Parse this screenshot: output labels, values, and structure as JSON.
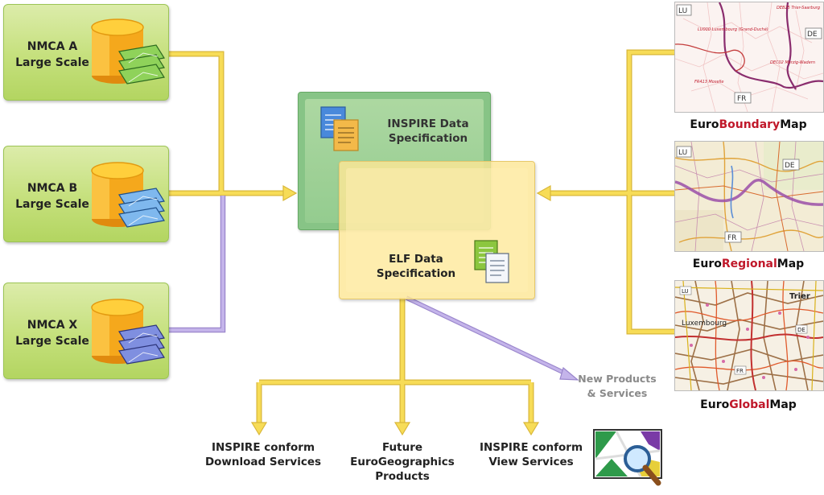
{
  "sources": [
    {
      "line1": "NMCA A",
      "line2": "Large Scale",
      "layer_color": "#8fd25a"
    },
    {
      "line1": "NMCA B",
      "line2": "Large Scale",
      "layer_color": "#7fb8ee"
    },
    {
      "line1": "NMCA X",
      "line2": "Large Scale",
      "layer_color": "#7f8fe0"
    }
  ],
  "specs": {
    "inspire": {
      "line1": "INSPIRE Data",
      "line2": "Specification"
    },
    "elf": {
      "line1": "ELF Data",
      "line2": "Specification"
    }
  },
  "maps": [
    {
      "prefix": "Euro",
      "highlight": "Boundary",
      "suffix": "Map",
      "labels": [
        "LU",
        "DE",
        "FR",
        "DEB25 Trier-Saarburg",
        "LU000 Luxembourg (Grand-Duché)",
        "DEC02 Merzig-Wadern",
        "FR413 Moselle"
      ]
    },
    {
      "prefix": "Euro",
      "highlight": "Regional",
      "suffix": "Map",
      "labels": [
        "LU",
        "DE",
        "FR"
      ]
    },
    {
      "prefix": "Euro",
      "highlight": "Global",
      "suffix": "Map",
      "labels": [
        "LU",
        "Trier",
        "Luxembourg",
        "DE",
        "FR"
      ]
    }
  ],
  "outputs": [
    {
      "lines": [
        "INSPIRE conform",
        "Download Services"
      ]
    },
    {
      "lines": [
        "Future",
        "EuroGeographics",
        "Products"
      ]
    },
    {
      "lines": [
        "INSPIRE conform",
        "View Services"
      ]
    }
  ],
  "new_products": {
    "line1": "New Products",
    "line2": "& Services"
  },
  "colors": {
    "flow_yellow": "#f7dc57",
    "flow_yellow_stroke": "#d9b73a",
    "flow_purple": "#b9a6e0",
    "highlight_red": "#c0182a"
  }
}
